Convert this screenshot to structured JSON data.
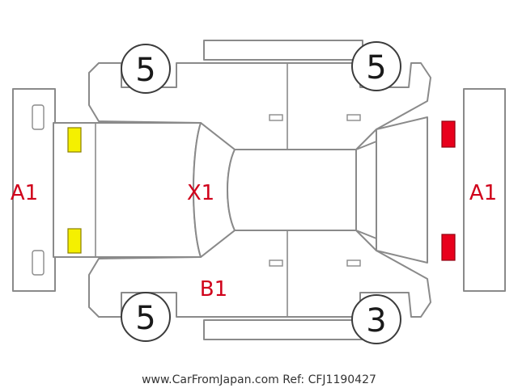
{
  "tires": {
    "front_left": "5",
    "front_right": "5",
    "rear_left": "5",
    "rear_right": "3"
  },
  "damage_labels": {
    "front_bumper": "A1",
    "rear_bumper": "A1",
    "hood": "X1",
    "fender": "B1"
  },
  "lights": {
    "front_color": "#f5f000",
    "rear_color": "#e8001c"
  },
  "colors": {
    "outline": "#8a8a8a",
    "damage_text": "#d0021b"
  },
  "footer": {
    "watermark": "www.CarFromJapan.com Ref: CFJ1190427"
  }
}
